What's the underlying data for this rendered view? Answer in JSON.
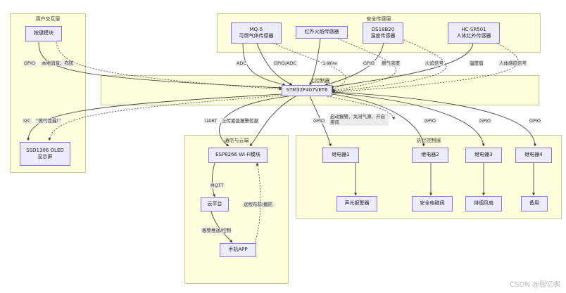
{
  "clusters": {
    "user": "用户交互层",
    "sensors": "安全传感层",
    "main": "主控制器",
    "comm": "通信与云端",
    "exec": "执行控制层"
  },
  "nodes": {
    "key": "按键模块",
    "oled": "SSD1306 OLED\n显示屏",
    "mq5": "MQ-5\n可燃气体传感器",
    "flame": "红外火焰传感器",
    "ds18b20": "DS18B20\n温度传感器",
    "hcsr501": "HC-SR501\n人体红外传感器",
    "stm32": "STM32F407VET6",
    "esp": "ESP8266 Wi-Fi模块",
    "cloud": "云平台",
    "app": "手机APP",
    "relay1": "继电器1",
    "relay2": "继电器2",
    "relay3": "继电器3",
    "relay4": "继电器4",
    "alarm": "声光报警器",
    "valve": "安全电磁阀",
    "fan": "排烟风扇",
    "spare": "备用"
  },
  "edge_labels": {
    "key_gpio": "GPIO",
    "key_local": "本地消音、布防",
    "mq5_adc": "ADC",
    "mq5_gpio_adc": "GPIO/ADC",
    "flame_1wire": "1-Wire",
    "ds_gpio": "GPIO",
    "gas_conc": "燃气浓度",
    "flame_sig": "火焰信号",
    "temp_val": "温度值",
    "human_sig": "人体感应信号",
    "oled_i2c": "I2C",
    "oled_msg": "“燃气泄漏!”",
    "esp_uart": "UART",
    "esp_upload": "上传紧急报警信息",
    "relay1_gpio": "GPIO",
    "alarm_action": "启动报警、关闭气源、开启排风",
    "relay2_gpio": "GPIO",
    "relay3_gpio": "GPIO",
    "relay4_gpio": "GPIO",
    "mqtt": "MQTT",
    "remote_arm": "远程布防/撤防",
    "push_ctrl": "报警推送/控制"
  },
  "watermark": "CSDN @殷忆枫"
}
